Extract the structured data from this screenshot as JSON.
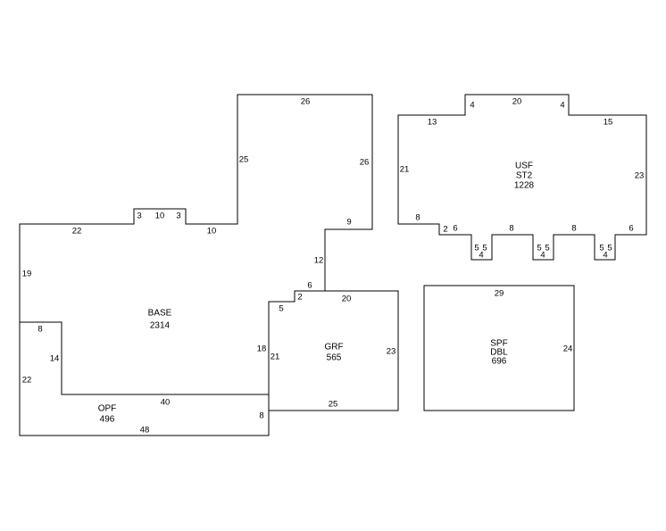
{
  "colors": {
    "line": "#000000",
    "background": "#ffffff"
  },
  "areas": [
    {
      "id": "base",
      "lines": [
        "BASE",
        "2314"
      ]
    },
    {
      "id": "grf",
      "lines": [
        "GRF",
        "565"
      ]
    },
    {
      "id": "opf",
      "lines": [
        "OPF",
        "496"
      ]
    },
    {
      "id": "usf",
      "lines": [
        "USF",
        "ST2",
        "1228"
      ]
    },
    {
      "id": "spf",
      "lines": [
        "SPF",
        "DBL",
        "696"
      ]
    }
  ],
  "dimensions": {
    "base": [
      "26",
      "25",
      "26",
      "9",
      "12",
      "6",
      "2",
      "5",
      "18",
      "40",
      "14",
      "8",
      "19",
      "22",
      "3",
      "10",
      "3",
      "10"
    ],
    "grf": [
      "20",
      "23",
      "25",
      "21"
    ],
    "opf": [
      "48",
      "22",
      "8"
    ],
    "usf": [
      "4",
      "20",
      "4",
      "13",
      "15",
      "21",
      "23",
      "8",
      "2",
      "6",
      "8",
      "8",
      "6",
      "5",
      "5",
      "4",
      "5",
      "5",
      "4",
      "5",
      "5",
      "4"
    ],
    "spf": [
      "29",
      "24"
    ]
  }
}
